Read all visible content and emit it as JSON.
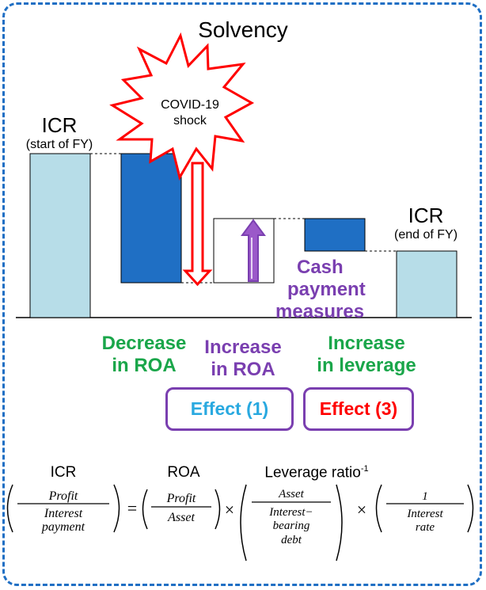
{
  "title": "Solvency",
  "icr_start": {
    "label": "ICR",
    "sub": "(start of FY)"
  },
  "icr_end": {
    "label": "ICR",
    "sub": "(end of FY)"
  },
  "shock": {
    "line1": "COVID-19",
    "line2": "shock"
  },
  "cash": {
    "line1": "Cash",
    "line2": "payment",
    "line3": "measures"
  },
  "categories": {
    "c1": {
      "line1": "Decrease",
      "line2": "in ROA"
    },
    "c2": {
      "line1": "Increase",
      "line2": "in ROA"
    },
    "c3": {
      "line1": "Increase",
      "line2": "in leverage"
    }
  },
  "effects": {
    "e1": "Effect (1)",
    "e3": "Effect (3)"
  },
  "formula": {
    "icr": "ICR",
    "roa": "ROA",
    "leverage": "Leverage ratio",
    "leverage_sup": "-1",
    "f1_num": "Profit",
    "f1_den1": "Interest",
    "f1_den2": "payment",
    "f2_num": "Profit",
    "f2_den": "Asset",
    "f3_num": "Asset",
    "f3_den1": "Interest−",
    "f3_den2": "bearing",
    "f3_den3": "debt",
    "f4_num": "1",
    "f4_den1": "Interest",
    "f4_den2": "rate",
    "eq": "=",
    "times": "×"
  },
  "colors": {
    "frame": "#1f6fc4",
    "light_bar": "#b7dde8",
    "dark_bar": "#1f6fc4",
    "green": "#1aa64a",
    "purple": "#7a3fb0",
    "red": "#ff0000",
    "effect1_text": "#29a9e0"
  }
}
